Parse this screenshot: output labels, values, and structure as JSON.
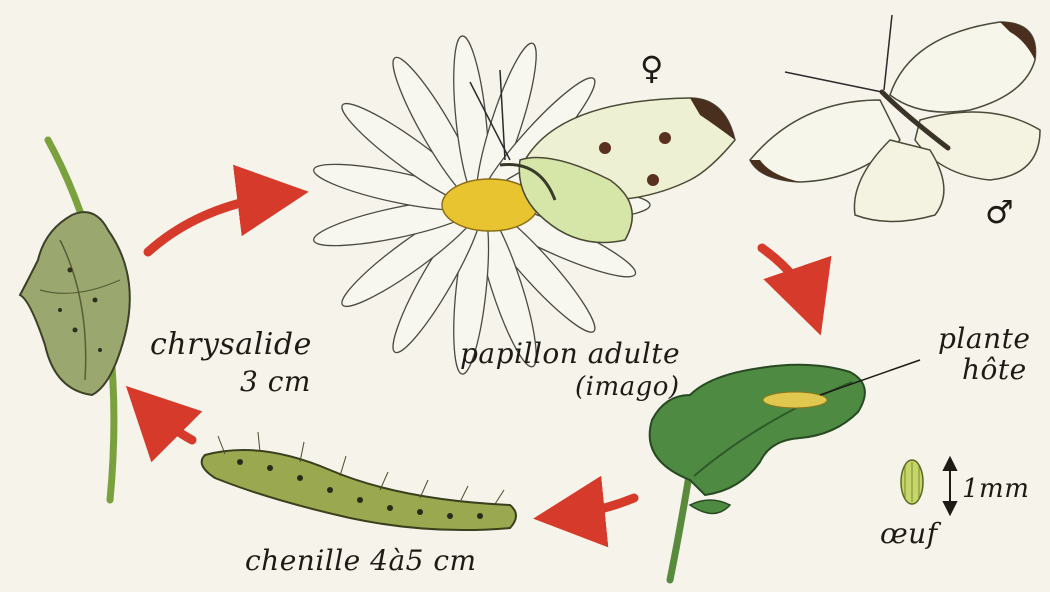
{
  "labels": {
    "chrysalid": "chrysalide",
    "chrysalid_size": "3 cm",
    "adult": "papillon adulte",
    "imago": "(imago)",
    "host_plant_1": "plante",
    "host_plant_2": "hôte",
    "egg": "œuf",
    "egg_size": "1mm",
    "caterpillar": "chenille 4à5 cm"
  },
  "symbols": {
    "female": "♀",
    "male": "♂"
  },
  "colors": {
    "background": "#f5f3ea",
    "arrow": "#d63a2a",
    "ink": "#1e1a16",
    "leaf": "#4f8a43",
    "wing": "#f2f2e2",
    "flower_center": "#e8c530"
  }
}
